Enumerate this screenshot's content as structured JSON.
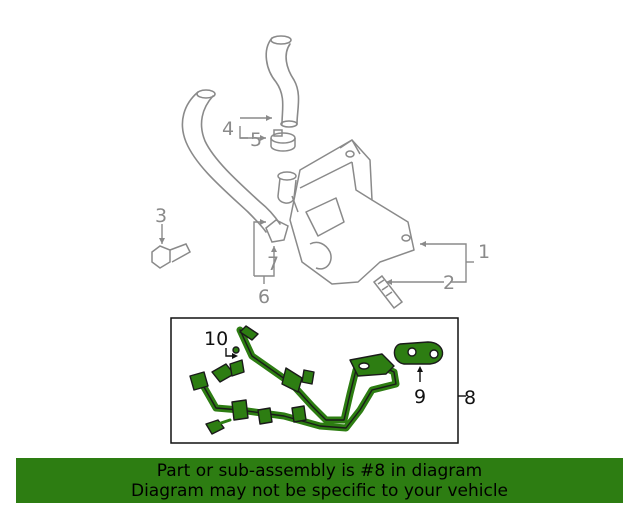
{
  "callouts": {
    "c1": "1",
    "c2": "2",
    "c3": "3",
    "c4": "4",
    "c5": "5",
    "c6": "6",
    "c7": "7",
    "c8": "8",
    "c9": "9",
    "c10": "10"
  },
  "banner": {
    "line1": "Part or sub-assembly is #8 in diagram",
    "line2": "Diagram may not be specific to your vehicle"
  },
  "colors": {
    "highlight_part": "#2d7d12",
    "banner_bg": "#2d7d12",
    "context_lines": "#8a8a8a"
  }
}
